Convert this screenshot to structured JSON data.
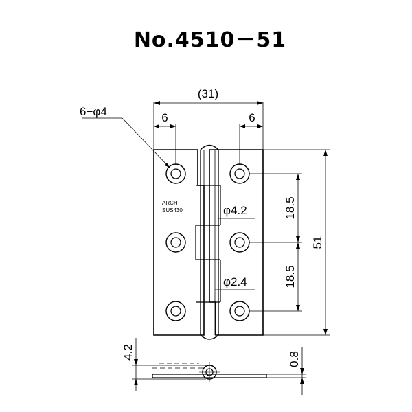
{
  "title": "No.4510－51",
  "dimensions": {
    "overall_width": "(31)",
    "hole_offset_left": "6",
    "hole_offset_right": "6",
    "hole_callout": "6−φ4",
    "pin_outer": "φ4.2",
    "pin_inner": "φ2.4",
    "spacing_upper": "18.5",
    "spacing_lower": "18.5",
    "overall_height": "51",
    "knuckle_thickness": "4.2",
    "plate_thickness": "0.8"
  },
  "marking": {
    "brand": "ARCH",
    "material": "SUS430"
  }
}
